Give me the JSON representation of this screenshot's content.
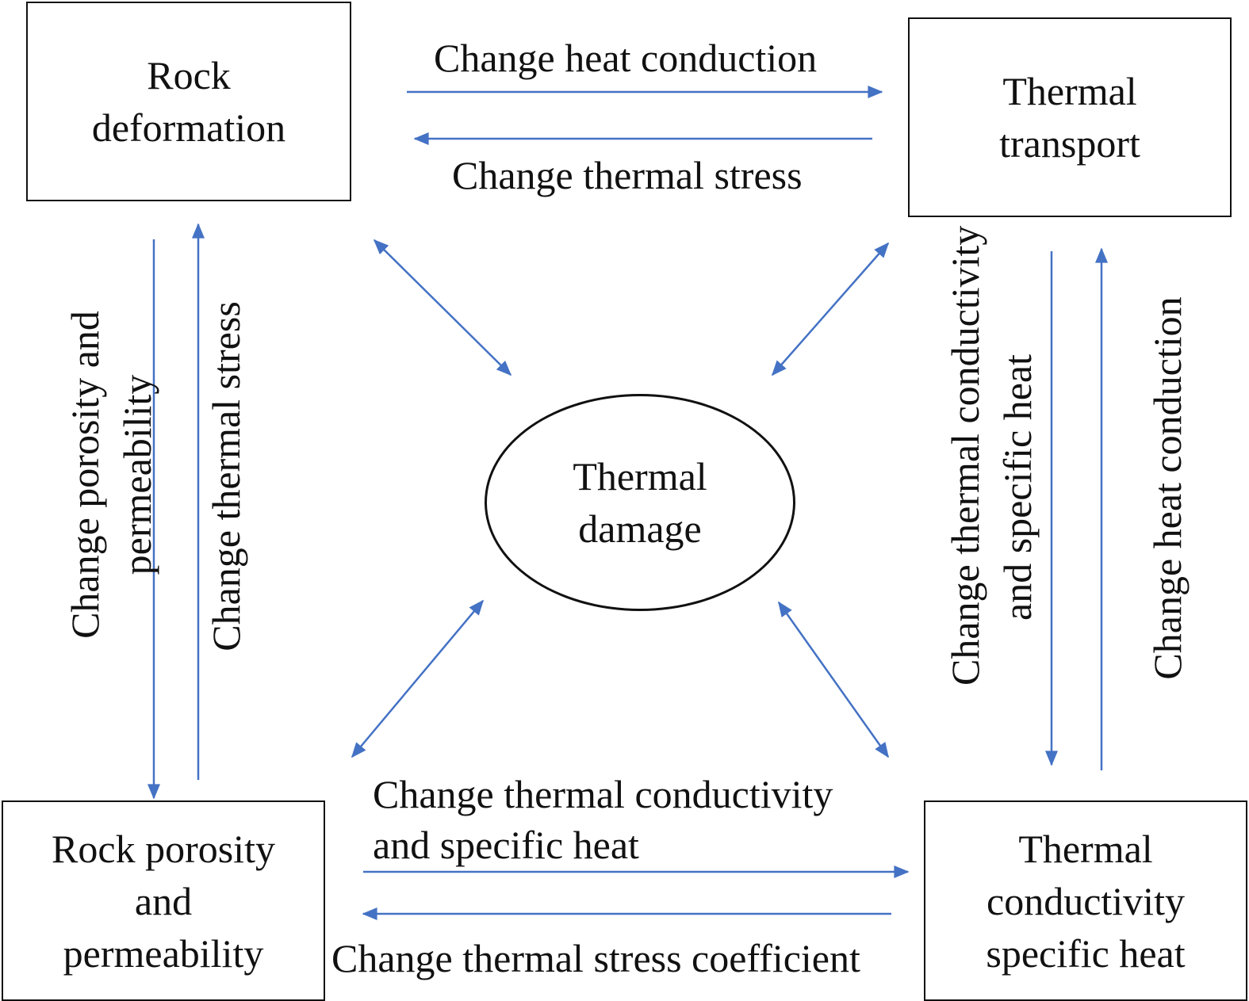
{
  "nodes": {
    "rock_deformation": [
      "Rock",
      "deformation"
    ],
    "thermal_transport": [
      "Thermal",
      "transport"
    ],
    "thermal_damage": [
      "Thermal",
      "damage"
    ],
    "rock_porosity": [
      "Rock porosity",
      "and",
      "permeability"
    ],
    "thermal_conductivity": [
      "Thermal",
      "conductivity",
      "specific heat"
    ]
  },
  "edges": {
    "deformation_to_transport": "Change heat conduction",
    "transport_to_deformation": "Change thermal stress",
    "deformation_to_porosity": [
      "Change porosity and",
      "permeability"
    ],
    "porosity_to_deformation": "Change thermal stress",
    "transport_to_conductivity": [
      "Change thermal conductivity",
      "and specific heat"
    ],
    "conductivity_to_transport": "Change heat conduction",
    "porosity_to_conductivity": [
      "Change thermal conductivity",
      "and specific heat"
    ],
    "conductivity_to_porosity": "Change thermal stress coefficient"
  },
  "colors": {
    "arrow": "#4472C4",
    "border": "#111111"
  }
}
